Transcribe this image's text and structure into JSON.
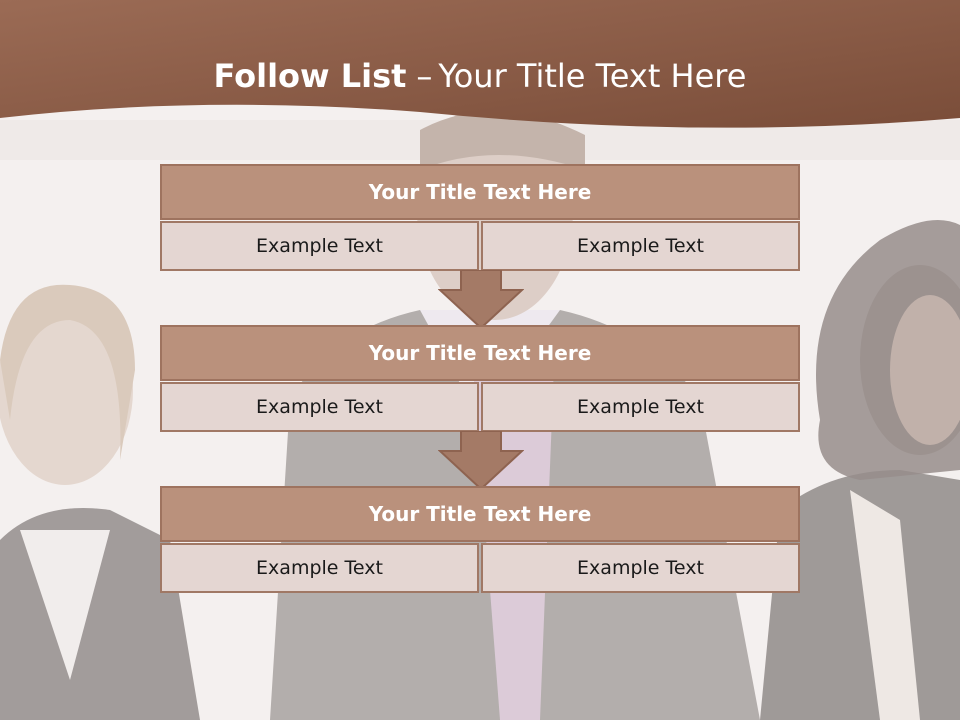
{
  "slide": {
    "title_bold": "Follow List",
    "title_dash": "–",
    "title_rest": "Your Title Text Here"
  },
  "blocks": [
    {
      "title": "Your Title Text Here",
      "left": "Example Text",
      "right": "Example Text"
    },
    {
      "title": "Your Title Text Here",
      "left": "Example Text",
      "right": "Example Text"
    },
    {
      "title": "Your Title Text Here",
      "left": "Example Text",
      "right": "Example Text"
    }
  ],
  "colors": {
    "header": "#8a5a43",
    "box_title": "#ba917c",
    "box_cell": "#e4d6d2",
    "arrow": "#a47a66"
  }
}
